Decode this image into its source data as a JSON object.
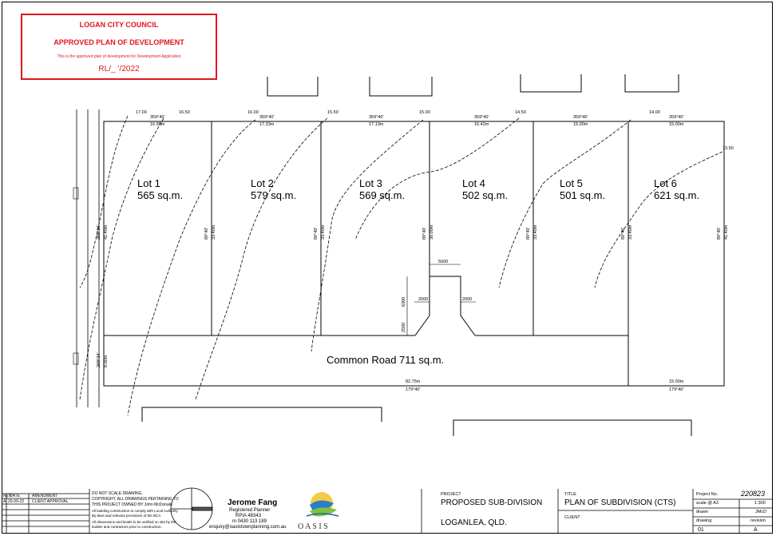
{
  "stamp": {
    "council": "LOGAN CITY COUNCIL",
    "title": "APPROVED PLAN OF DEVELOPMENT",
    "note": "This is the approved plan of development for Development Application",
    "ref": "RL/_ ’/2022"
  },
  "lots": [
    {
      "name": "Lot 1",
      "area": "565 sq.m."
    },
    {
      "name": "Lot 2",
      "area": "579 sq.m."
    },
    {
      "name": "Lot 3",
      "area": "569 sq.m."
    },
    {
      "name": "Lot 4",
      "area": "502 sq.m."
    },
    {
      "name": "Lot 5",
      "area": "501 sq.m."
    },
    {
      "name": "Lot 6",
      "area": "621 sq.m."
    }
  ],
  "common_road": "Common Road  711 sq.m.",
  "top_dims": [
    {
      "bearing": "359°40'",
      "length": "16.95m"
    },
    {
      "bearing": "359°40'",
      "length": "17.33m"
    },
    {
      "bearing": "359°40'",
      "length": "17.13m"
    },
    {
      "bearing": "359°40'",
      "length": "16.42m"
    },
    {
      "bearing": "359°40'",
      "length": "15.00m"
    },
    {
      "bearing": "359°40'",
      "length": "15.00m"
    }
  ],
  "contours": [
    "17.00",
    "16.50",
    "16.00",
    "15.50",
    "15.00",
    "14.50",
    "14.00",
    "13.50"
  ],
  "side_dims": [
    {
      "bearing": "269°34'",
      "length": "41.40m"
    },
    {
      "bearing": "89°40'",
      "length": "33.40m"
    },
    {
      "bearing": "89°40'",
      "length": "33.40m"
    },
    {
      "bearing": "89°40'",
      "length": "30.00m"
    },
    {
      "bearing": "89°40'",
      "length": "33.40m"
    },
    {
      "bearing": "89°40'",
      "length": "33.40m"
    },
    {
      "bearing": "89°40'",
      "length": "41.40m"
    }
  ],
  "road_left_dim": {
    "bearing": "269°34'",
    "length": "8.00m"
  },
  "bottom_dims": {
    "length": "82.75m",
    "bearing": "179°40'",
    "right_length": "15.00m",
    "right_bearing": "179°40'"
  },
  "small_dims": [
    "5000",
    "2000",
    "2000",
    "6300",
    "2500"
  ],
  "title_block": {
    "rev_header": [
      "REV",
      "DATE",
      "AMENDMENT"
    ],
    "rev_row": [
      "A",
      "20-09-22",
      "CLIENT APPROVAL"
    ],
    "notes": [
      "DO NOT SCALE DRAWING.",
      "COPYRIGHT, ALL DRAWINGS PERTAINING TO",
      "THIS PROJECT OWNED BY John McDonald",
      "All building construction to comply with Local Authority",
      "By-laws and relevant provisions of the BCA",
      "All dimensions and levels to be verified on site by the",
      "builder and contractors prior to construction."
    ],
    "planner_name": "Jerome Fang",
    "planner_role": "Registered Planner",
    "planner_rpia": "RPIA 48343",
    "planner_phone": "m 0430 113 189",
    "planner_email": "enquiry@oasistownplanning.com.au",
    "brand": "O A S I S",
    "project_label": "PROJECT",
    "project": "PROPOSED SUB-DIVISION",
    "location": "LOGANLEA,  QLD.",
    "title_label": "TITLE",
    "title": "PLAN OF SUBDIVISION (CTS)",
    "client_label": "CLIENT",
    "project_no_label": "Project No.",
    "project_no": "220823",
    "scale_label": "scale @ A3",
    "scale": "1:300",
    "drawn_label": "drawn",
    "drawn": "JMcD",
    "drawing_label": "drawing",
    "drawing": "01",
    "revision_label": "revision",
    "revision": "A"
  }
}
